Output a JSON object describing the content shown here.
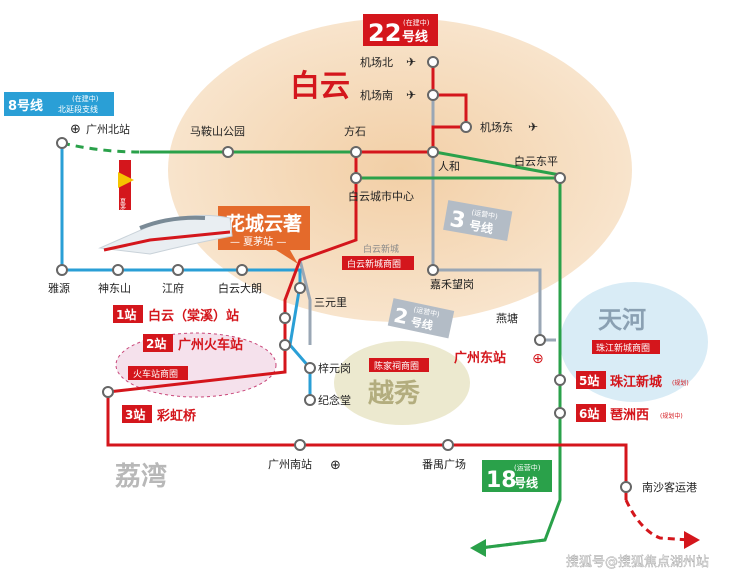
{
  "districts": {
    "baiyun": "白云",
    "tianhe": "天河",
    "yuexiu": "越秀",
    "liwan": "荔湾"
  },
  "lines": {
    "l22": {
      "num": "22",
      "suffix": "号线",
      "tag": "(在建中)",
      "color": "#d4161c"
    },
    "l8": {
      "num": "8号线",
      "tag": "(在建中)",
      "suffix": "北延段支线",
      "color": "#2a9fd6"
    },
    "l3": {
      "num": "3",
      "suffix": "号线",
      "tag": "(运营中)",
      "color": "#9aa7b5"
    },
    "l2": {
      "num": "2",
      "suffix": "号线",
      "tag": "(运营中)",
      "color": "#9aa7b5"
    },
    "l18": {
      "num": "18",
      "suffix": "号线",
      "tag": "(运营中)",
      "color": "#2aa14a"
    }
  },
  "stations": {
    "jichangbei": "机场北",
    "jichangnan": "机场南",
    "jichangdong": "机场东",
    "guangzhoubei": "广州北站",
    "maanshan": "马鞍山公园",
    "fangshi": "方石",
    "renhe": "人和",
    "baiyundongping": "白云东平",
    "baiyuncity": "白云城市中心",
    "yayuan": "雅源",
    "shendongshan": "神东山",
    "jiangfu": "江府",
    "baiyundalang": "白云大朗",
    "jiahewanggang": "嘉禾望岗",
    "sanyuanli": "三元里",
    "yantang": "燕塘",
    "guangzhoudong": "广州东站",
    "zizhugang": "梓元岗",
    "jiniantang": "纪念堂",
    "guangzhounan": "广州南站",
    "panyuguangchang": "番禺广场",
    "nanshaport": "南沙客运港"
  },
  "numbered": {
    "s1_num": "1站",
    "s1_name": "白云（棠溪）站",
    "s2_num": "2站",
    "s2_name": "广州火车站",
    "s3_num": "3站",
    "s3_name": "彩虹桥",
    "s5_num": "5站",
    "s5_name": "珠江新城",
    "s5_note": "(规划)",
    "s6_num": "6站",
    "s6_name": "琶洲西",
    "s6_note": "(规划中)"
  },
  "project": {
    "title": "花城云著",
    "subtitle": "— 夏茅站 —",
    "xiamao": "夏茅站"
  },
  "circles": {
    "baiyun_new": "白云新城",
    "baiyun_new_circle": "白云新城商圈",
    "zhujiang_circle": "珠江新城商圈",
    "chenjia_circle": "陈家祠商圈",
    "station_circle": "火车站商圈"
  },
  "watermark": "搜狐号@搜狐焦点湖州站",
  "colors": {
    "red": "#d4161c",
    "green": "#2aa14a",
    "blue": "#2a9fd6",
    "grey": "#9aa7b5",
    "baiyun_blob": "#f3d6b3",
    "tianhe_blob": "#d9ecf6",
    "yuexiu_blob": "#ece9cf"
  }
}
